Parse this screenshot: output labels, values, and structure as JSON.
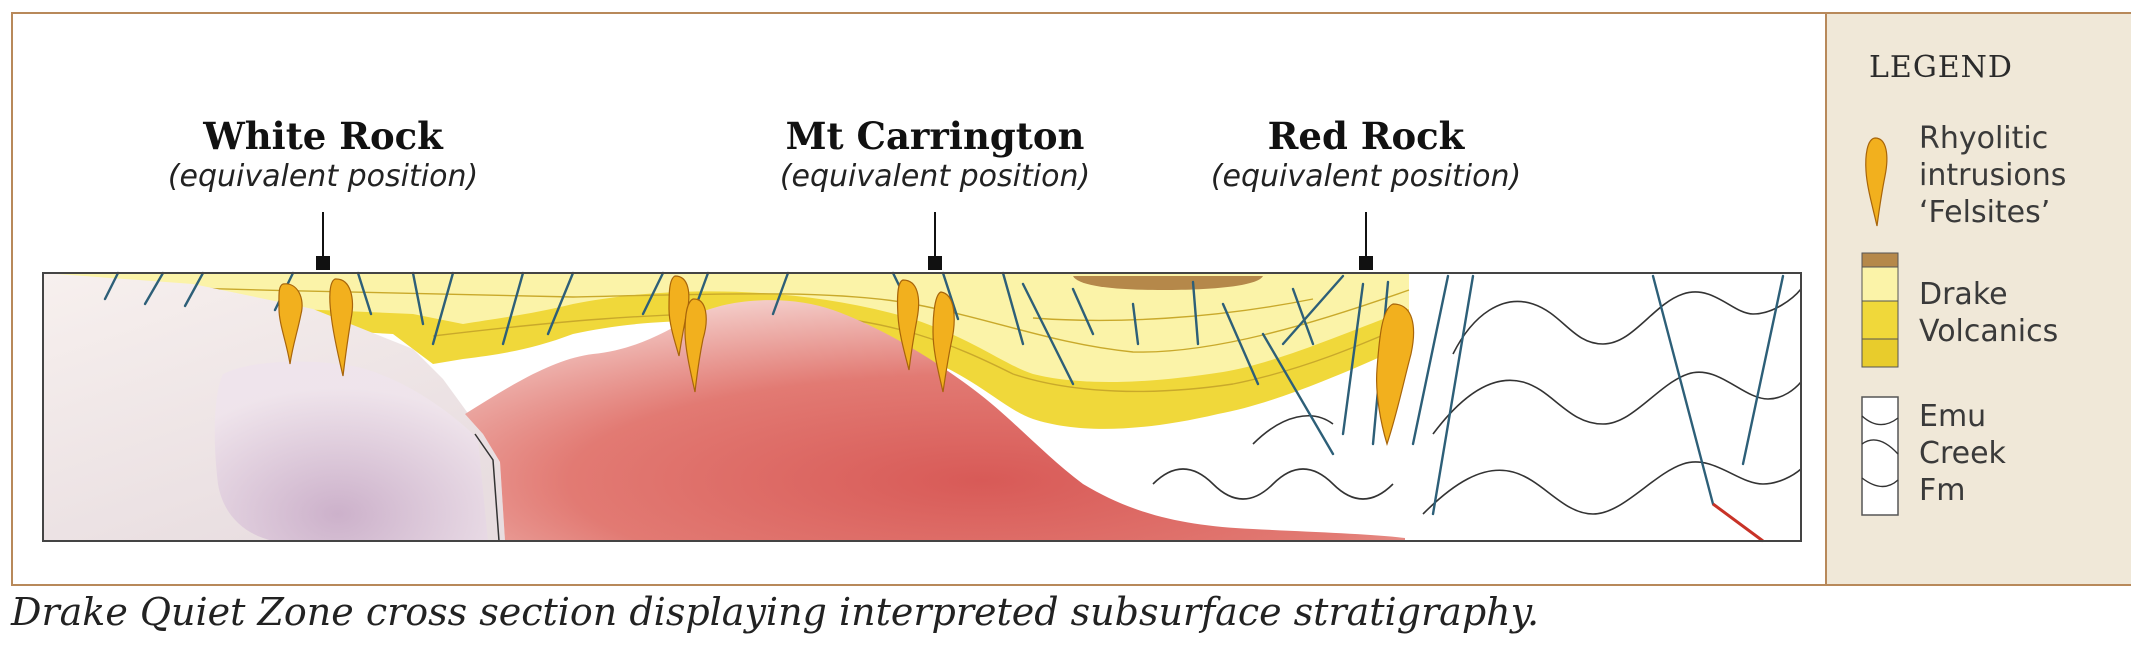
{
  "sites": [
    {
      "name": "White Rock",
      "sub": "(equivalent position)"
    },
    {
      "name": "Mt Carrington",
      "sub": "(equivalent position)"
    },
    {
      "name": "Red Rock",
      "sub": "(equivalent position)"
    }
  ],
  "legend": {
    "title": "LEGEND",
    "items": [
      {
        "label": "Rhyolitic\nintrusions\n‘Felsites’",
        "icon": "felsite-intrusion-icon"
      },
      {
        "label": "Drake\nVolcanics",
        "icon": "drake-volcanics-swatch"
      },
      {
        "label": "Emu\nCreek\nFm",
        "icon": "emu-creek-swatch"
      }
    ]
  },
  "caption": "Drake Quiet Zone cross section displaying interpreted subsurface stratigraphy.",
  "colors": {
    "felsite": "#f2b01e",
    "volcanics_light": "#fbf3a8",
    "volcanics_dark": "#f0d83a",
    "volcanics_top": "#b5884a",
    "granite_red": "#de6a62",
    "granite_pale": "#eedede",
    "fault": "#2d5f78",
    "frame": "#b8895a"
  }
}
